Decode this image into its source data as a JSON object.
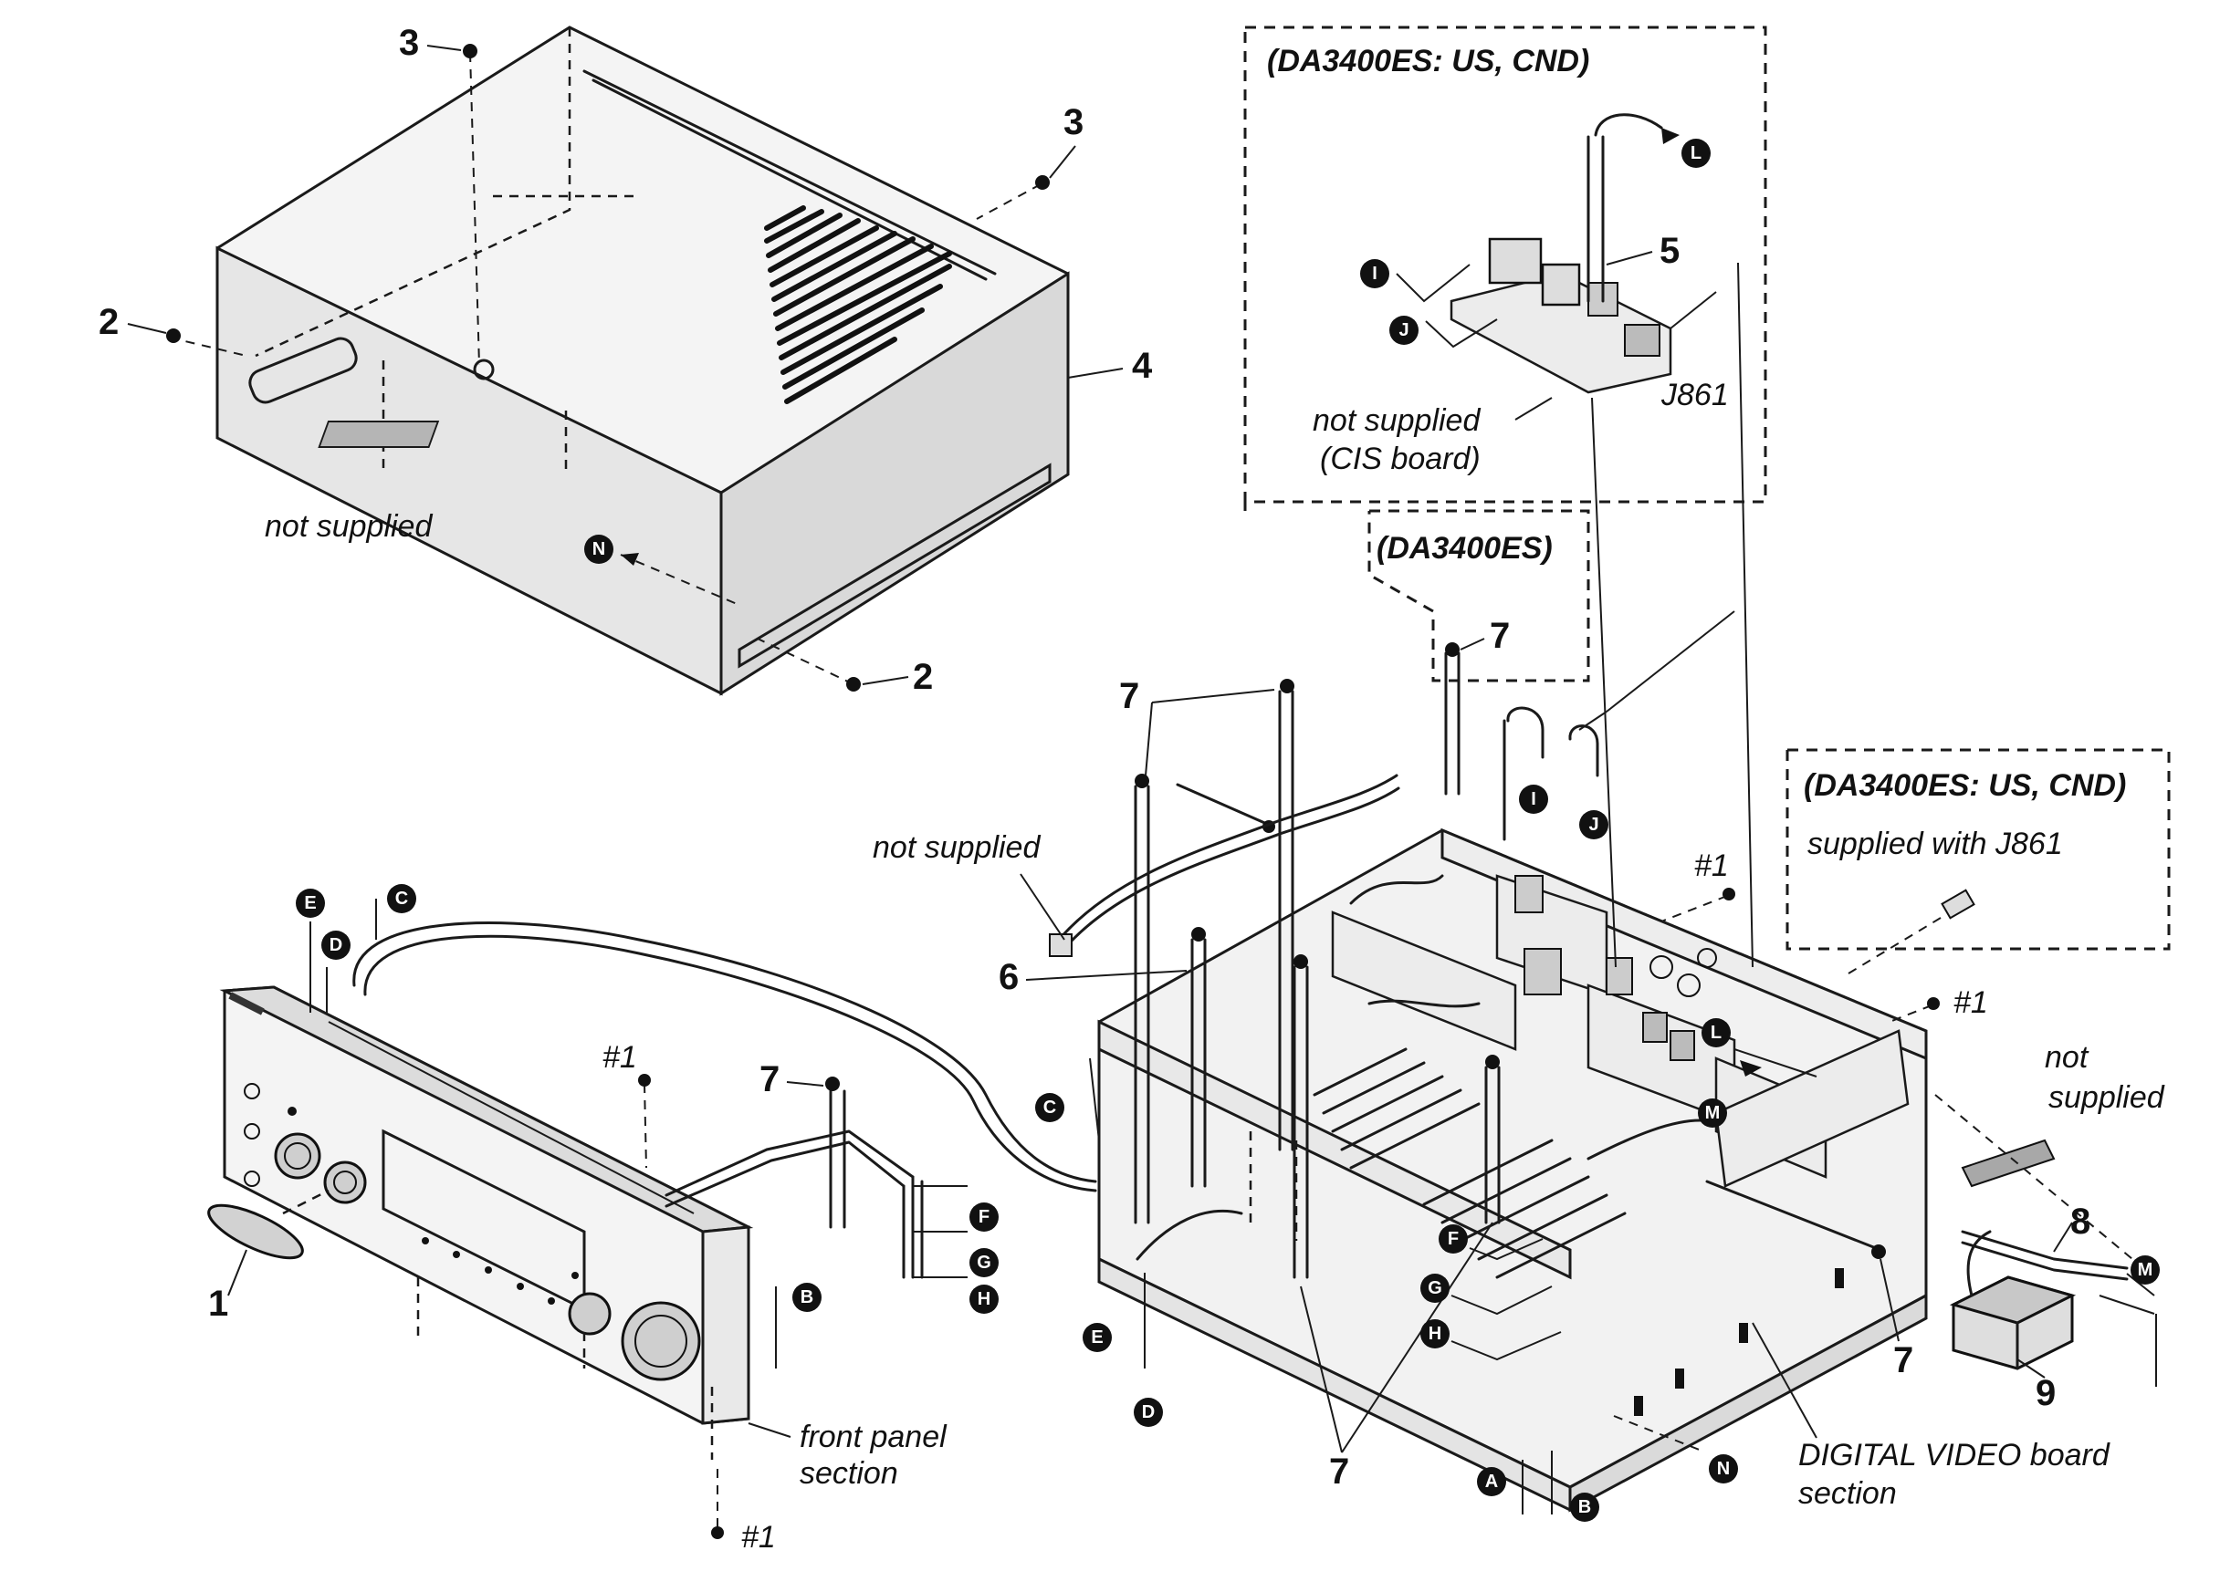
{
  "labels": {
    "part_1": "1",
    "part_2": "2",
    "part_3": "3",
    "part_4": "4",
    "part_5": "5",
    "part_6": "6",
    "part_7": "7",
    "part_8": "8",
    "part_9": "9",
    "screw_1": "#1"
  },
  "notes": {
    "not_supplied": "not supplied",
    "not_supplied_cis_line1": "not supplied",
    "not_supplied_cis_line2": "(CIS board)",
    "not_line1": "not",
    "not_line2": "supplied",
    "front_panel_line1": "front panel",
    "front_panel_line2": "section",
    "digital_video_line1": "DIGITAL VIDEO board",
    "digital_video_line2": "section",
    "supplied_with": "supplied with J861",
    "j861": "J861"
  },
  "boxes": {
    "us_cnd_top": "(DA3400ES: US, CND)",
    "da3400es": "(DA3400ES)",
    "us_cnd_right": "(DA3400ES: US, CND)"
  },
  "markers": {
    "A": "A",
    "B": "B",
    "C": "C",
    "D": "D",
    "E": "E",
    "F": "F",
    "G": "G",
    "H": "H",
    "I": "I",
    "J": "J",
    "L": "L",
    "M": "M",
    "N": "N"
  }
}
